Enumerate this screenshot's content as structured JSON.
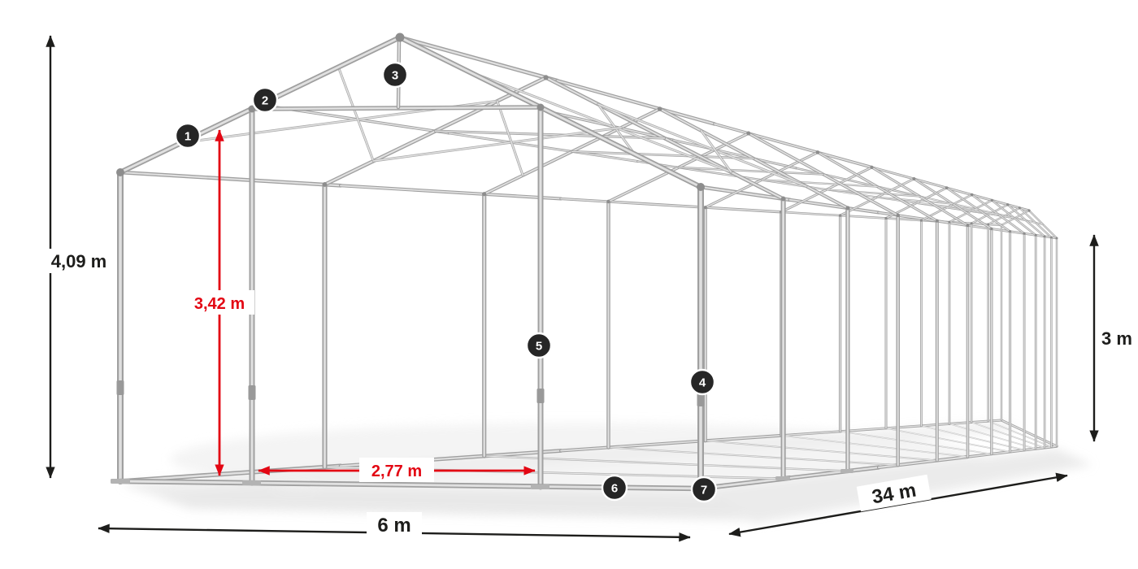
{
  "diagram": {
    "dimensions": {
      "total_height": "4,09 m",
      "clear_height": "3,42 m",
      "side_height": "3 m",
      "passage_width": "2,77 m",
      "width": "6 m",
      "length": "34 m"
    },
    "markers": [
      "1",
      "2",
      "3",
      "4",
      "5",
      "6",
      "7"
    ],
    "colors": {
      "dimension_line": "#1d1d1b",
      "dimension_highlight": "#e30613",
      "badge_background": "#262626",
      "badge_number": "#ffffff",
      "frame_tube_light": "#e0e0e0",
      "frame_tube_dark": "#a0a0a0",
      "background": "#ffffff",
      "shadow": "#d9d9d9"
    }
  }
}
